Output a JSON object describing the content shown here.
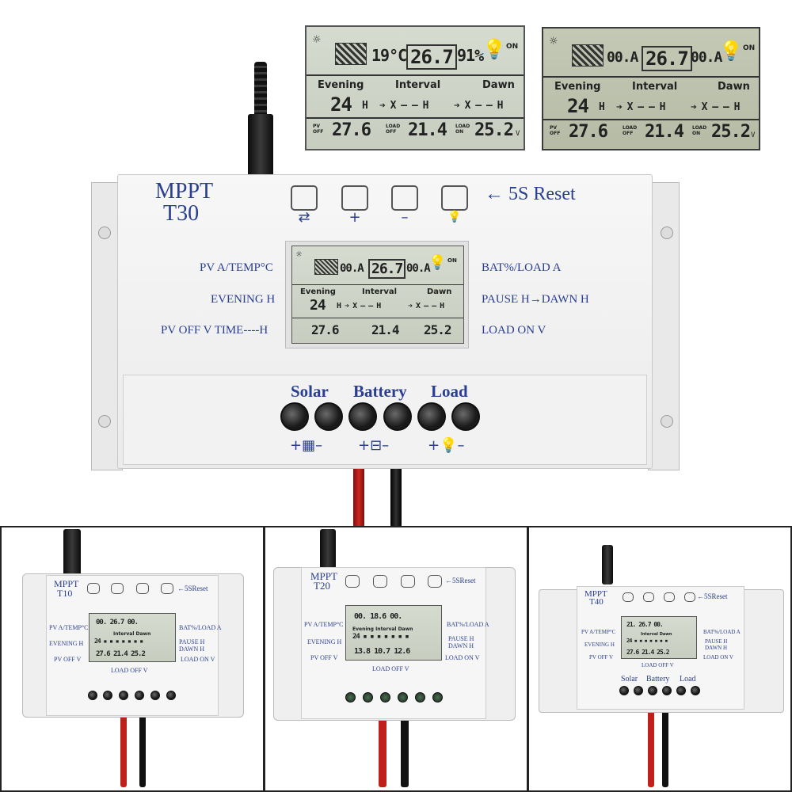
{
  "lcd_top_left": {
    "temp_reading": "19°C",
    "battery_reading": "26.7",
    "humidity_reading": "91%",
    "on_label": "ON",
    "labels": [
      "Evening",
      "Interval",
      "Dawn"
    ],
    "evening": "24",
    "hour_unit": "H",
    "interval": "➔ X – – H",
    "dawn": "➔ X – – H",
    "pv_off_label": "PV OFF",
    "pv_off_value": "27.6",
    "load_off_label": "LOAD OFF",
    "load_off_value": "21.4",
    "load_on_label": "LOAD ON",
    "load_on_value": "25.2",
    "volt_unit": "V"
  },
  "lcd_top_right": {
    "pv_reading": "00.A",
    "battery_reading": "26.7",
    "load_reading": "00.A",
    "on_label": "ON",
    "labels": [
      "Evening",
      "Interval",
      "Dawn"
    ],
    "evening": "24",
    "hour_unit": "H",
    "interval": "➔ X – – H",
    "dawn": "➔ X – – H",
    "pv_off_label": "PV OFF",
    "pv_off_value": "27.6",
    "load_off_label": "LOAD OFF",
    "load_off_value": "21.4",
    "load_on_label": "LOAD ON",
    "load_on_value": "25.2",
    "volt_unit": "V"
  },
  "main_controller": {
    "model_line1": "MPPT",
    "model_line2": "T30",
    "reset_hint": "← 5S Reset",
    "button_symbols": [
      "⇄",
      "+",
      "–",
      "💡"
    ],
    "left_labels": [
      "PV A/TEMP°C",
      "EVENING H",
      "PV OFF V  TIME----H"
    ],
    "right_labels": [
      "BAT%/LOAD A",
      "PAUSE H→DAWN H",
      "LOAD ON V"
    ],
    "terminal_labels": [
      "Solar",
      "Battery",
      "Load"
    ],
    "polarity": [
      "+▦–",
      "+⊟–",
      "+💡–"
    ],
    "lcd": {
      "pv": "00.A",
      "battery": "26.7",
      "load": "00.A",
      "on_label": "ON",
      "labels": [
        "Evening",
        "Interval",
        "Dawn"
      ],
      "evening": "24",
      "interval": "H ➔ X – – H",
      "dawn": "➔ X – – H",
      "pv_off": "27.6",
      "load_off": "21.4",
      "load_on": "25.2"
    }
  },
  "variants": [
    {
      "model_line1": "MPPT",
      "model_line2": "T10",
      "reset_hint": "←5SReset",
      "left_labels": [
        "PV A/TEMP°C",
        "EVENING H",
        "PV OFF V"
      ],
      "right_labels": [
        "BAT%/LOAD A",
        "PAUSE H DAWN H",
        "LOAD ON V"
      ],
      "bottom_label": "LOAD OFF V",
      "lcd": {
        "top": "00.   26.7   00.",
        "labels": "Interval   Dawn",
        "mid": "24 ▪ ▪ ▪ ▪ ▪ ▪ ▪",
        "bottom": "27.6  21.4  25.2"
      }
    },
    {
      "model_line1": "MPPT",
      "model_line2": "T20",
      "reset_hint": "←5SReset",
      "left_labels": [
        "PV A/TEMP°C",
        "EVENING H",
        "PV OFF V"
      ],
      "right_labels": [
        "BAT%/LOAD A",
        "PAUSE H DAWN H",
        "LOAD ON V"
      ],
      "bottom_label": "LOAD OFF V",
      "lcd": {
        "top": "00.   18.6   00.",
        "labels": "Evening  Interval  Dawn",
        "mid": "24 ▪ ▪ ▪ ▪ ▪ ▪ ▪",
        "bottom": "13.8  10.7  12.6"
      }
    },
    {
      "model_line1": "MPPT",
      "model_line2": "T40",
      "reset_hint": "←5SReset",
      "left_labels": [
        "PV A/TEMP°C",
        "EVENING H",
        "PV OFF V"
      ],
      "right_labels": [
        "BAT%/LOAD A",
        "PAUSE H DAWN H",
        "LOAD ON V"
      ],
      "bottom_label": "LOAD OFF V",
      "terminal_labels": [
        "Solar",
        "Battery",
        "Load"
      ],
      "lcd": {
        "top": "21.   26.7   00.",
        "labels": "Interval   Dawn",
        "mid": "24 ▪ ▪ ▪ ▪ ▪ ▪ ▪",
        "bottom": "27.6  21.4  25.2"
      }
    }
  ],
  "colors": {
    "label_blue": "#2a3f8f",
    "lcd_green": "#c9cfc0",
    "wire_red": "#c0201c",
    "wire_black": "#111111",
    "case_white": "#f2f2f2"
  }
}
